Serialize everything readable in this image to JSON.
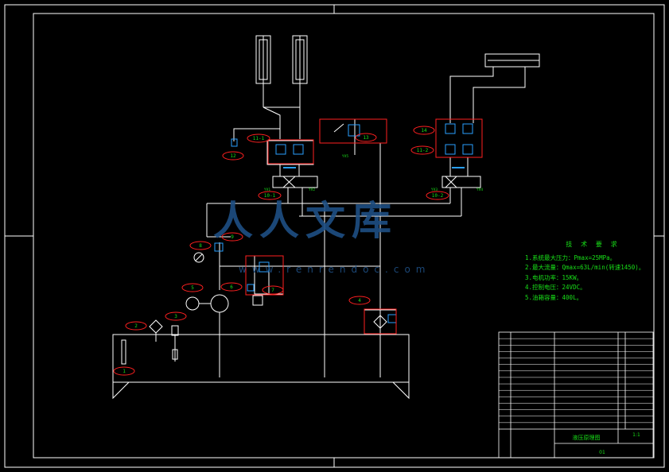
{
  "drawing": {
    "title": "液压原理图",
    "scale": "1:1",
    "sheet_no": "01"
  },
  "labels": [
    "1",
    "2",
    "3",
    "4",
    "5",
    "6",
    "7",
    "8",
    "9",
    "10-1",
    "10-2",
    "11-1",
    "11-2",
    "12",
    "13",
    "14"
  ],
  "valve_codes": [
    "YV1",
    "YV2",
    "YV3",
    "YV4",
    "YV5"
  ],
  "tech_notes": {
    "title": "技 术 要 求",
    "items": [
      "1.系统最大压力：Pmax=25MPa。",
      "2.最大流量：Qmax=63L/min(转速1450)。",
      "3.电机功率：15KW。",
      "4.控制电压：24VDC。",
      "5.油箱容量：400L。"
    ]
  },
  "parts_rows": 15,
  "watermark": {
    "text": "人人文库",
    "url": "www.renrendoc.com"
  },
  "colors": {
    "line": "#ffffff",
    "callout": "#ff2020",
    "valve": "#2aa0ff",
    "text": "#18e018"
  }
}
